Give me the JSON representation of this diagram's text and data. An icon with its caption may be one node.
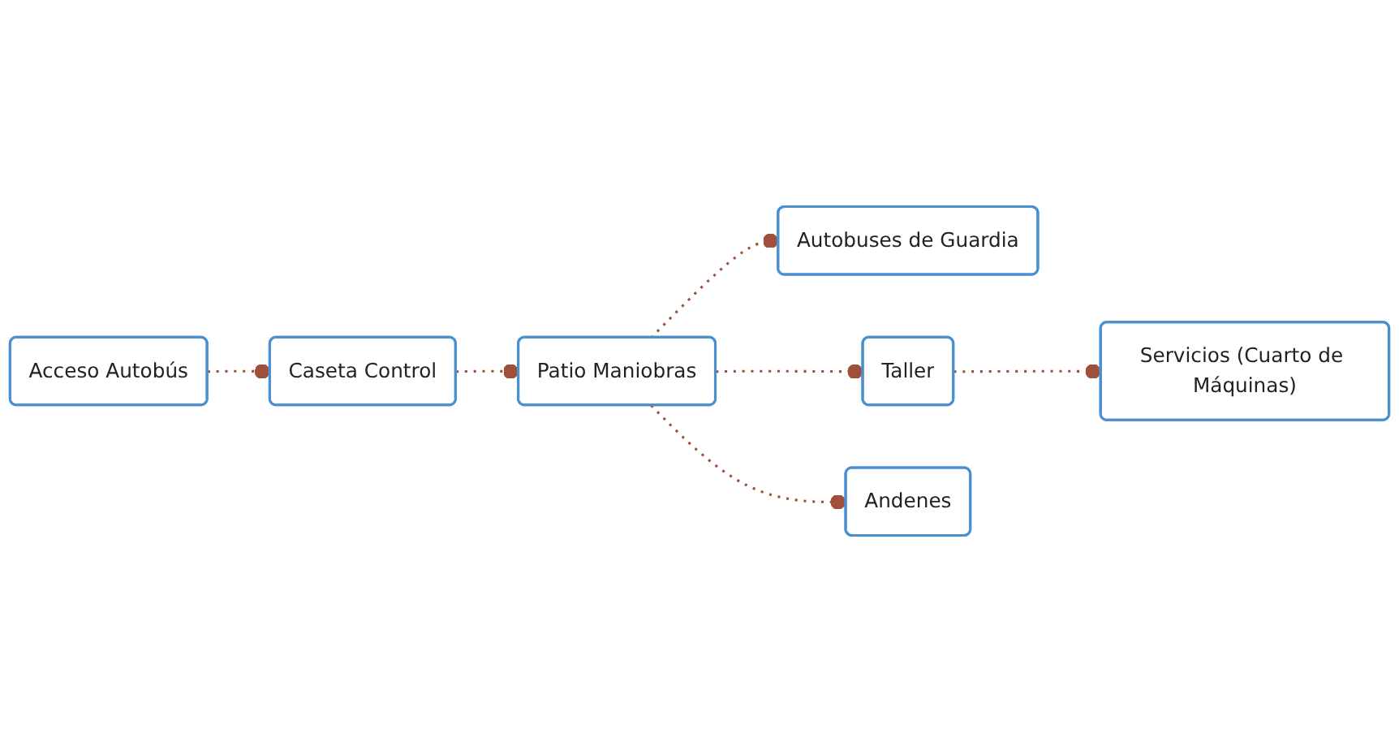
{
  "diagram": {
    "nodes": [
      {
        "text": [
          "Acceso Autobús"
        ]
      },
      {
        "text": [
          "Caseta Control"
        ]
      },
      {
        "text": [
          "Autobuses de Guardia"
        ]
      },
      {
        "text": [
          "Patio Maniobras"
        ]
      },
      {
        "text": [
          "Taller"
        ]
      },
      {
        "text": [
          "Andenes"
        ]
      },
      {
        "text": [
          "Servicios (Cuarto de Máquinas)"
        ]
      }
    ],
    "edges": [
      {
        "from": 0,
        "to": 1,
        "arrow": "other",
        "style": "dashed"
      },
      {
        "from": 1,
        "to": 3,
        "arrow": "other",
        "style": "dashed"
      },
      {
        "from": 3,
        "to": 2,
        "arrow": "other",
        "style": "dashed"
      },
      {
        "from": 3,
        "to": 4,
        "arrow": "other",
        "style": "dashed"
      },
      {
        "from": 3,
        "to": 5,
        "arrow": "other",
        "style": "dashed"
      },
      {
        "from": 4,
        "to": 6,
        "arrow": "other",
        "style": "dashed"
      }
    ]
  }
}
